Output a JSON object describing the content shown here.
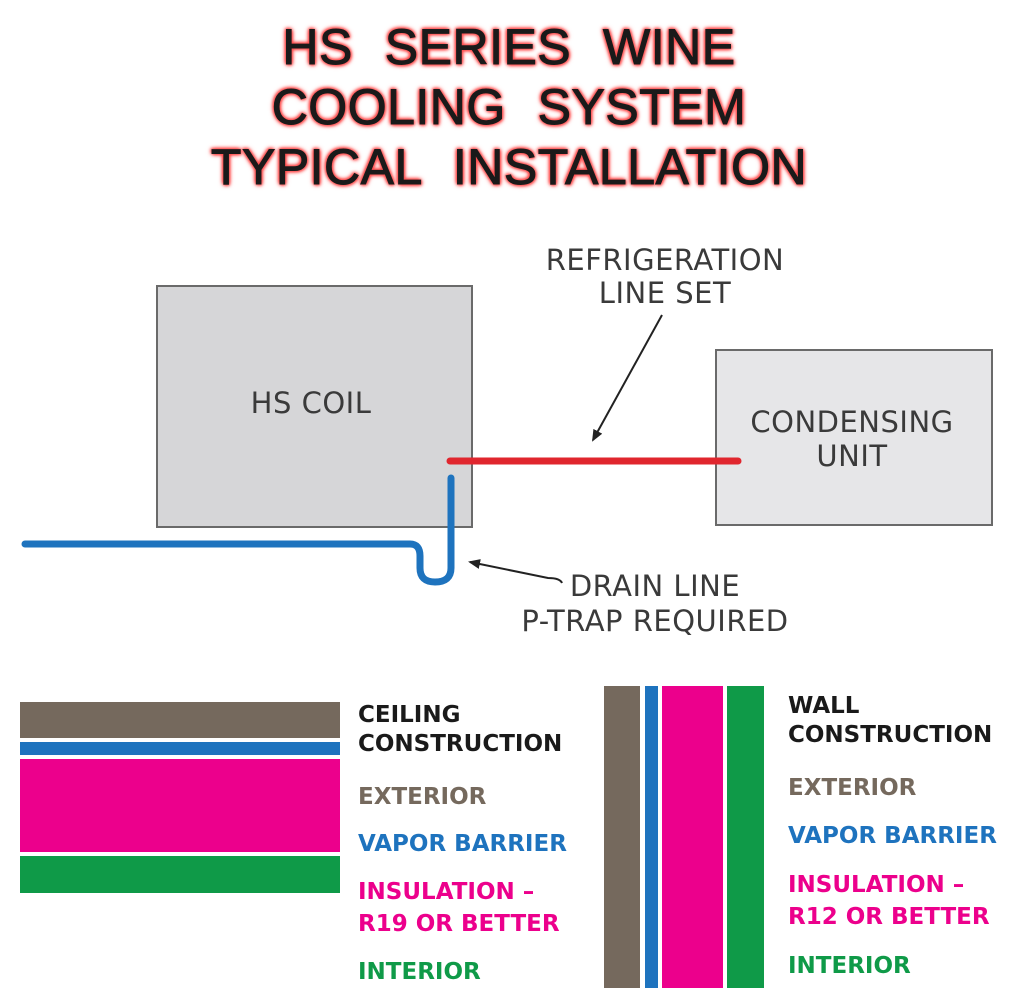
{
  "title": {
    "line1": "HS   SERIES   WINE",
    "line2": "COOLING   SYSTEM",
    "line3": "TYPICAL   INSTALLATION"
  },
  "diagram": {
    "coil_label": "HS COIL",
    "condensing_line1": "CONDENSING",
    "condensing_line2": "UNIT",
    "refrigeration_line1": "REFRIGERATION",
    "refrigeration_line2": "LINE SET",
    "drain_line1": "DRAIN LINE",
    "drain_line2": "P-TRAP REQUIRED",
    "colors": {
      "refrigeration_line": "#e0262e",
      "drain_line": "#1e73be",
      "box_fill_coil": "#d6d6d8",
      "box_fill_unit": "#e6e6e8"
    }
  },
  "ceiling": {
    "heading1": "CEILING",
    "heading2": "CONSTRUCTION",
    "exterior": "EXTERIOR",
    "vapor": "VAPOR BARRIER",
    "insulation1": "INSULATION –",
    "insulation2": "R19 OR BETTER",
    "interior": "INTERIOR"
  },
  "wall": {
    "heading1": "WALL",
    "heading2": "CONSTRUCTION",
    "exterior": "EXTERIOR",
    "vapor": "VAPOR BARRIER",
    "insulation1": "INSULATION –",
    "insulation2": "R12 OR BETTER",
    "interior": "INTERIOR"
  },
  "layer_colors": {
    "exterior": "#75695d",
    "vapor_barrier": "#1e73be",
    "insulation": "#ec008c",
    "interior": "#0f9a48",
    "heading": "#1a1a1a"
  }
}
